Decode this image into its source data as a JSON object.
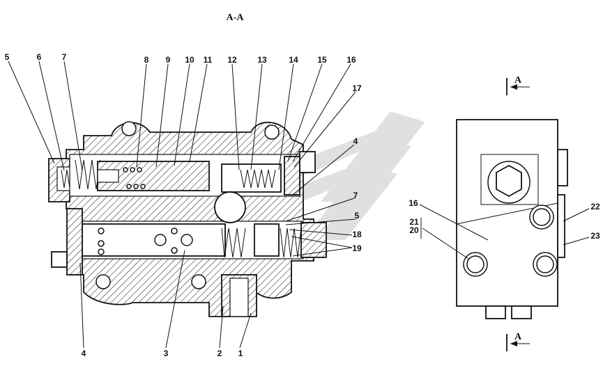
{
  "section_title": "A-A",
  "callouts_left": [
    "5",
    "6",
    "7",
    "8",
    "9",
    "10",
    "11",
    "12",
    "13",
    "14",
    "15",
    "16",
    "17",
    "4",
    "7",
    "5",
    "18",
    "19",
    "4",
    "3",
    "2",
    "1"
  ],
  "callouts_right": [
    "16",
    "21",
    "20",
    "22",
    "23"
  ],
  "section_markers": [
    "A",
    "A"
  ],
  "colors": {
    "ink": "#111111",
    "watermark": "#d9dcd9"
  }
}
